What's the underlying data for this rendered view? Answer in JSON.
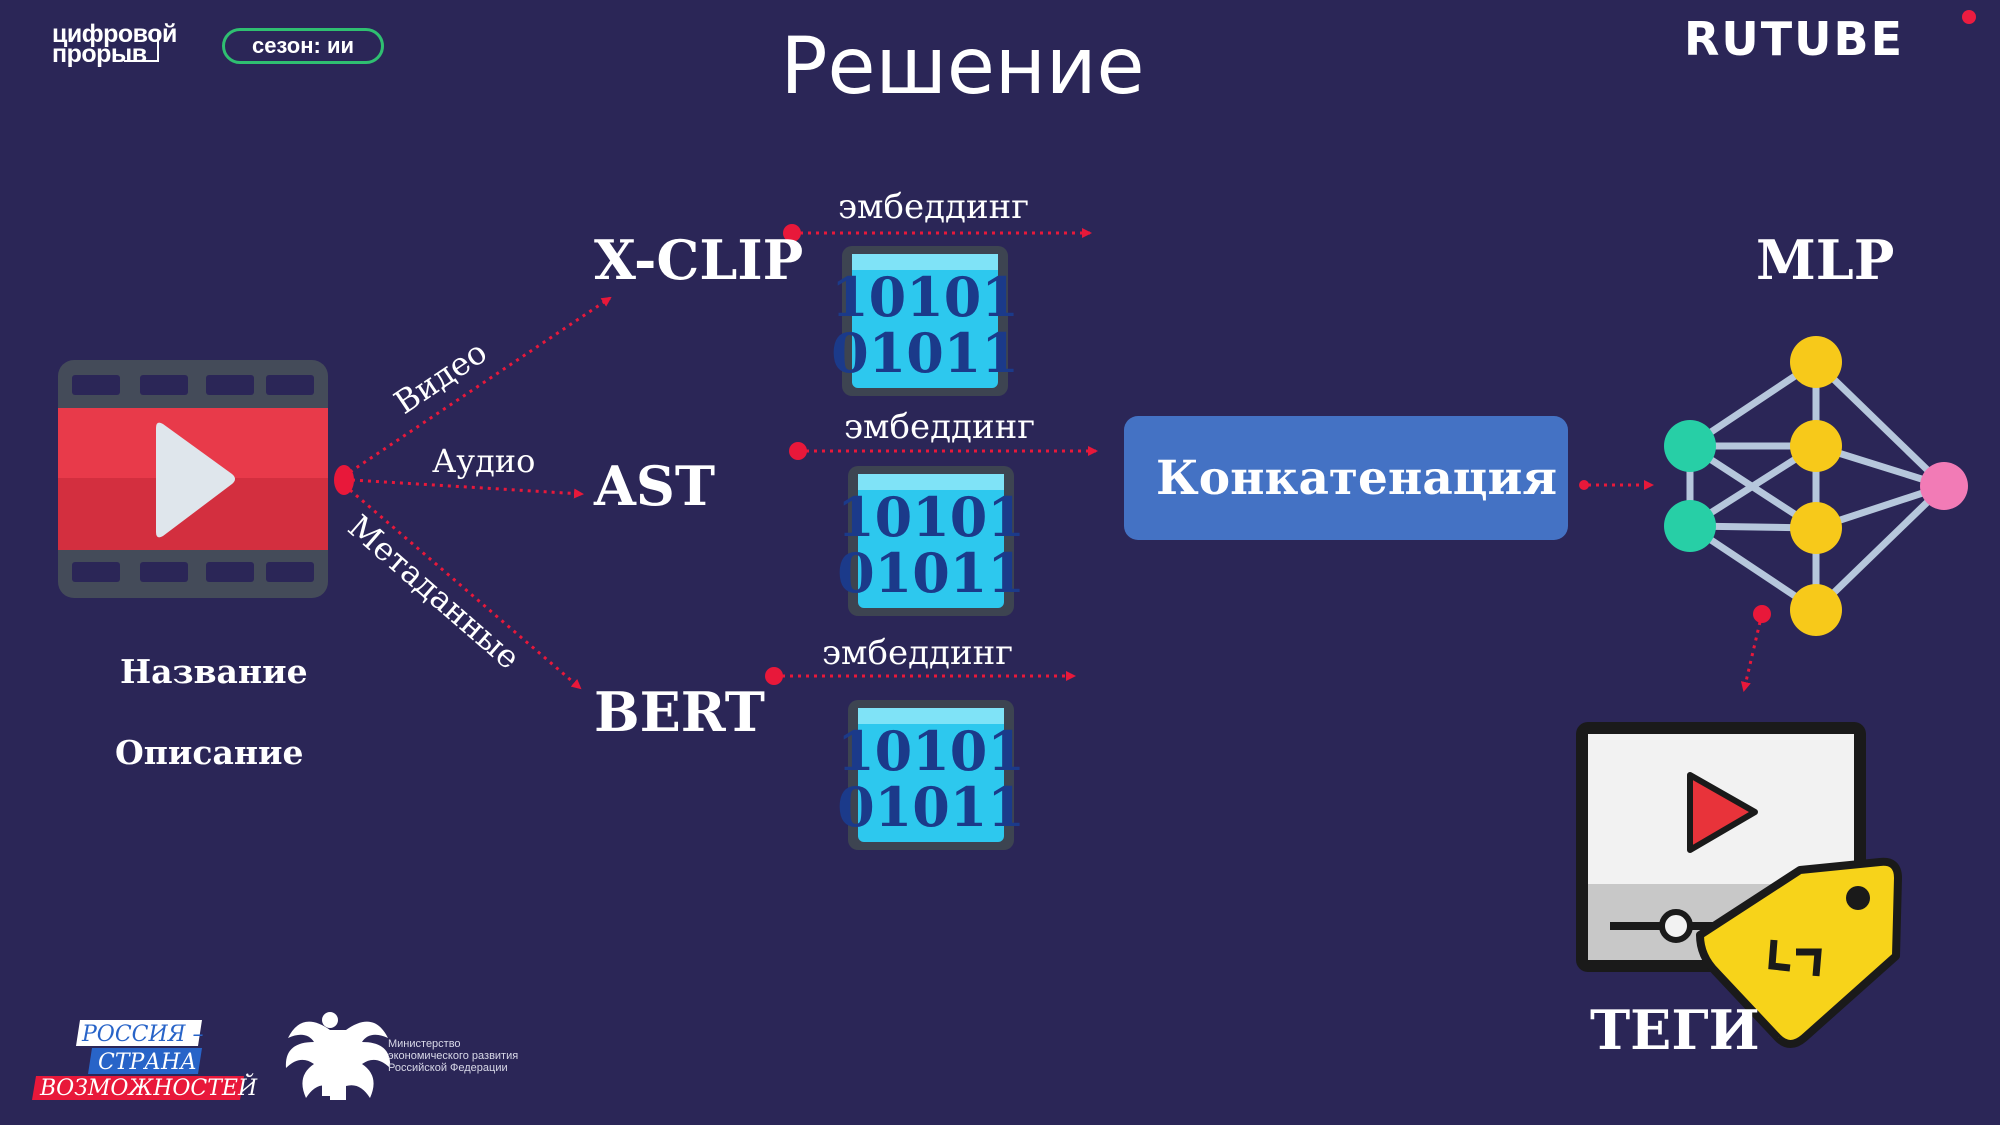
{
  "header": {
    "brand_line1": "цифровой",
    "brand_line2": "прорыв",
    "season_badge": "сезон: ии",
    "title": "Решение",
    "rutube_logo": "RUTUBE"
  },
  "diagram": {
    "inputs": {
      "video_branch_label": "Видео",
      "audio_branch_label": "Аудио",
      "meta_branch_label": "Метаданные",
      "meta_field_1": "Название",
      "meta_field_2": "Описание"
    },
    "models": {
      "xclip": "X-CLIP",
      "ast": "AST",
      "bert": "BERT",
      "mlp": "MLP"
    },
    "embedding_label_1": "эмбеддинг",
    "embedding_label_2": "эмбеддинг",
    "embedding_label_3": "эмбеддинг",
    "binary_row_1": "10101",
    "binary_row_2": "01011",
    "concat_label": "Конкатенация",
    "output_label": "ТЕГИ"
  },
  "footer": {
    "russia_line1": "РОССИЯ –",
    "russia_line2": "СТРАНА",
    "russia_line3": "ВОЗМОЖНОСТЕЙ",
    "ministry_line1": "Министерство",
    "ministry_line2": "экономического развития",
    "ministry_line3": "Российской Федерации"
  },
  "colors": {
    "background": "#2b2657",
    "accent_red": "#e8183a",
    "concat_blue": "#4472c4",
    "season_green": "#2fbf71",
    "chip_cyan": "#2dc8ee",
    "node_yellow": "#f7c91a",
    "node_teal": "#27cfa6",
    "node_pink": "#f27bb6"
  },
  "icons": [
    "film-video-icon",
    "binary-chip-icon",
    "neural-network-icon",
    "video-player-icon",
    "tag-icon",
    "emblem-icon"
  ]
}
